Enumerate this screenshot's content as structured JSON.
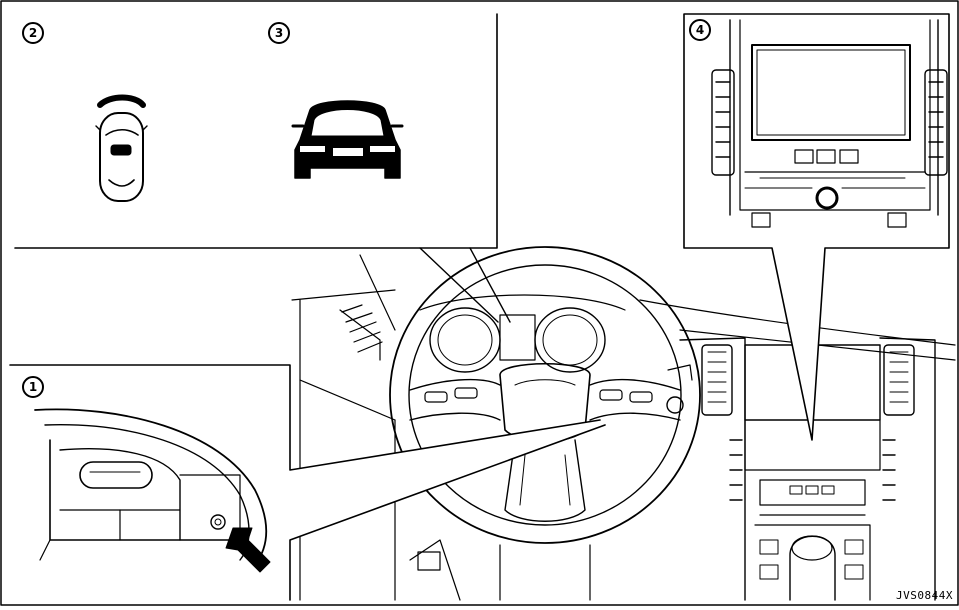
{
  "callouts": [
    {
      "id": "1",
      "label": "1"
    },
    {
      "id": "2",
      "label": "2"
    },
    {
      "id": "3",
      "label": "3"
    },
    {
      "id": "4",
      "label": "4"
    }
  ],
  "figure_code": "JVS0844X",
  "colors": {
    "line": "#000000",
    "background": "#ffffff",
    "fill": "#000000"
  },
  "icons": {
    "callout_2": "vehicle-top-view-with-front-radar-icon",
    "callout_3": "vehicle-front-view-icon",
    "callout_1": "steering-wheel-switch-button-icon",
    "callout_4": "center-display-screen-icon"
  }
}
